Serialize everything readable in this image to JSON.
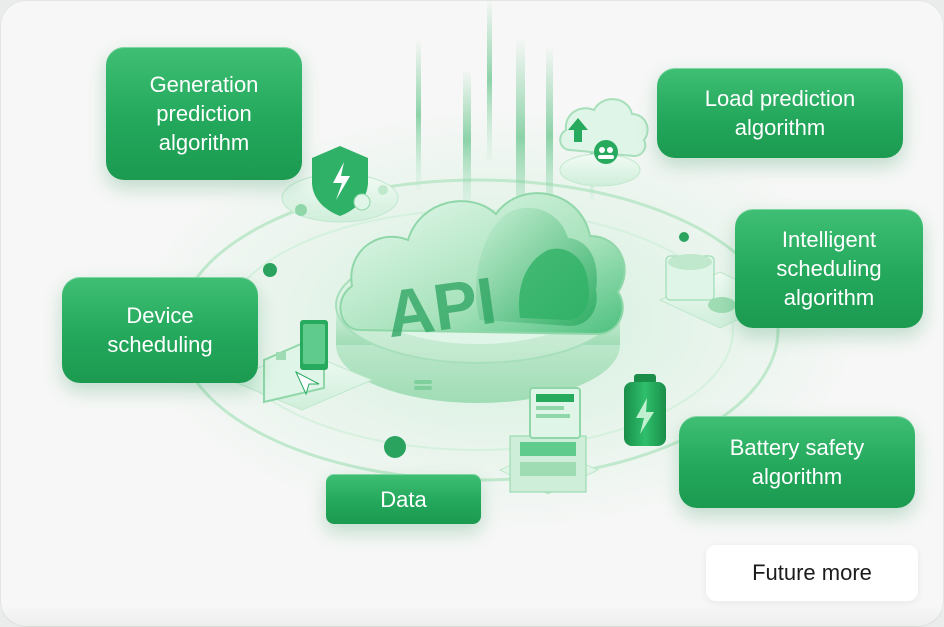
{
  "center_badge": "API",
  "labels": {
    "generation": "Generation\nprediction\nalgorithm",
    "load": "Load prediction\nalgorithm",
    "intelligent": "Intelligent\nscheduling\nalgorithm",
    "device": "Device\nscheduling",
    "battery": "Battery safety\nalgorithm",
    "data": "Data"
  },
  "future_more": "Future more",
  "colors": {
    "accent": "#23a85c",
    "accent_light": "#bfe8cc",
    "panel_bg": "#f6f7f6"
  },
  "icons": [
    "shield-lightning-icon",
    "cloud-upload-icon",
    "server-monitor-icon",
    "laptop-cursor-icon",
    "battery-icon",
    "computer-terminal-icon"
  ]
}
